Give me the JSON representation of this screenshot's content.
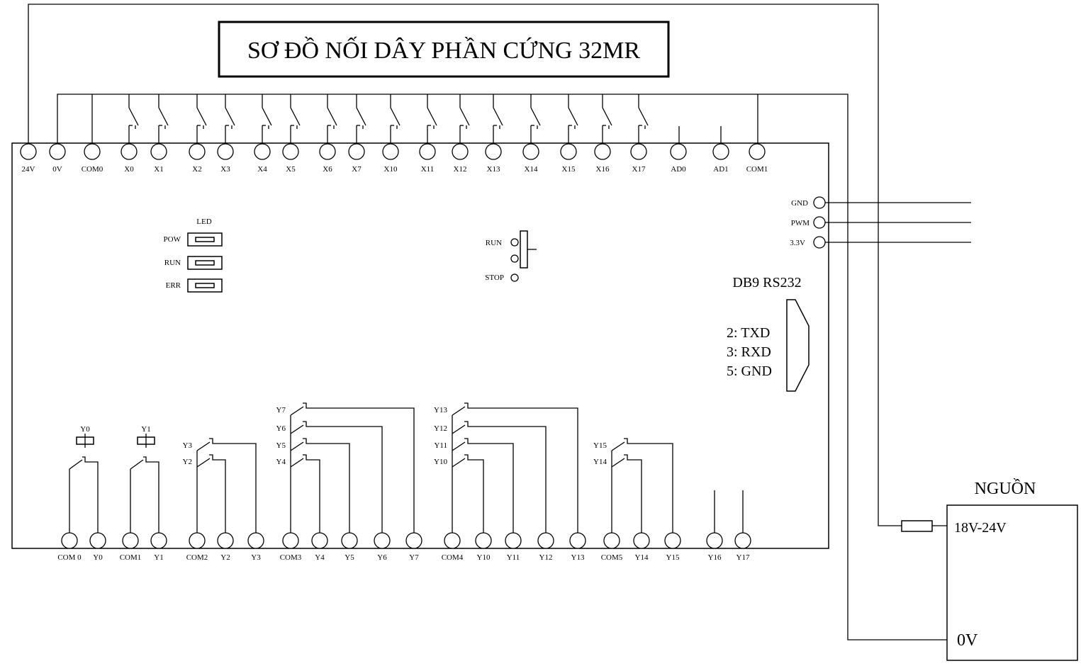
{
  "title": "SƠ ĐỒ NỐI DÂY PHẦN CỨNG 32MR",
  "inputs": [
    "24V",
    "0V",
    "COM0",
    "X0",
    "X1",
    "X2",
    "X3",
    "X4",
    "X5",
    "X6",
    "X7",
    "X10",
    "X11",
    "X12",
    "X13",
    "X14",
    "X15",
    "X16",
    "X17",
    "AD0",
    "AD1",
    "COM1"
  ],
  "outputs": [
    "COM 0",
    "Y0",
    "COM1",
    "Y1",
    "COM2",
    "Y2",
    "Y3",
    "COM3",
    "Y4",
    "Y5",
    "Y6",
    "Y7",
    "COM4",
    "Y10",
    "Y11",
    "Y12",
    "Y13",
    "COM5",
    "Y14",
    "Y15",
    "Y16",
    "Y17"
  ],
  "led": {
    "title": "LED",
    "items": [
      "POW",
      "RUN",
      "ERR"
    ]
  },
  "switch": {
    "run": "RUN",
    "stop": "STOP"
  },
  "side_pins": [
    "GND",
    "PWM",
    "3.3V"
  ],
  "db9": {
    "title": "DB9 RS232",
    "pins": [
      "2: TXD",
      "3: RXD",
      "5: GND"
    ]
  },
  "coil_labels": [
    "Y0",
    "Y1"
  ],
  "relay_labels": {
    "g2": [
      "Y3",
      "Y2"
    ],
    "g3": [
      "Y7",
      "Y6",
      "Y5",
      "Y4"
    ],
    "g4": [
      "Y13",
      "Y12",
      "Y11",
      "Y10"
    ],
    "g5": [
      "Y15",
      "Y14"
    ]
  },
  "power": {
    "title": "NGUỒN",
    "v_in": "18V-24V",
    "v_gnd": "0V"
  }
}
